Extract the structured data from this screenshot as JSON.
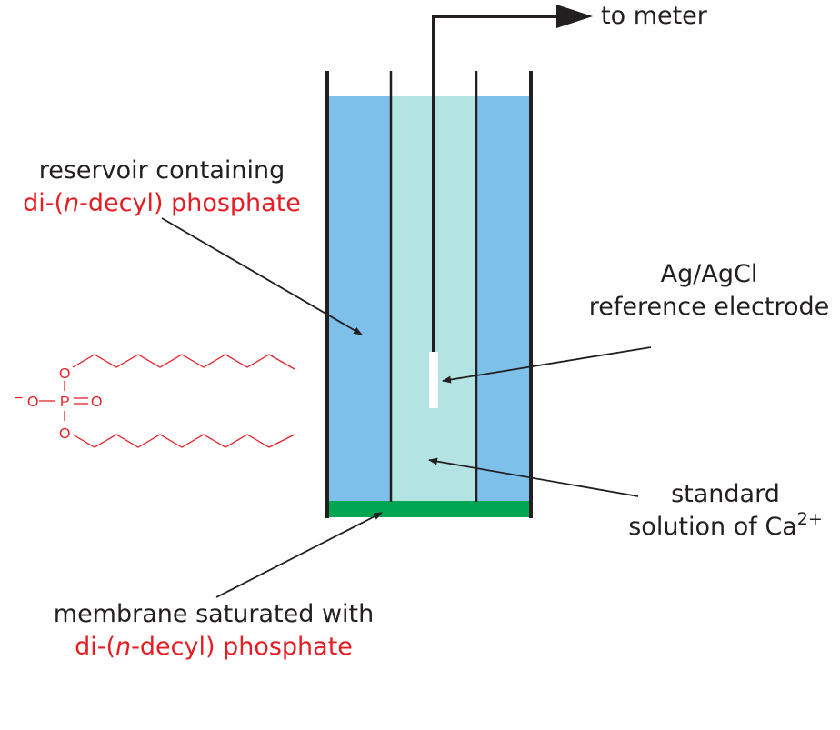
{
  "colors": {
    "reservoir_fill": "#7dc1ea",
    "inner_solution_fill": "#b3e4e3",
    "membrane": "#00a651",
    "outline": "#231f20",
    "electrode_tip": "#ffffff",
    "highlight_text": "#e31e24"
  },
  "labels": {
    "to_meter": "to meter",
    "reservoir_line1": "reservoir containing",
    "reservoir_line2_pre": "di-(",
    "reservoir_line2_italic": "n",
    "reservoir_line2_post": "-decyl) phosphate",
    "electrode_line1": "Ag/AgCl",
    "electrode_line2": "reference electrode",
    "standard_line1": "standard",
    "standard_line2": "solution of Ca",
    "standard_charge": "2+",
    "membrane_line1": "membrane saturated with",
    "membrane_line2_pre": "di-(",
    "membrane_line2_italic": "n",
    "membrane_line2_post": "-decyl) phosphate"
  },
  "structure": {
    "charge": "−",
    "oxygen": "O",
    "phosphorus": "P",
    "double_bond_oxygen": "O"
  }
}
